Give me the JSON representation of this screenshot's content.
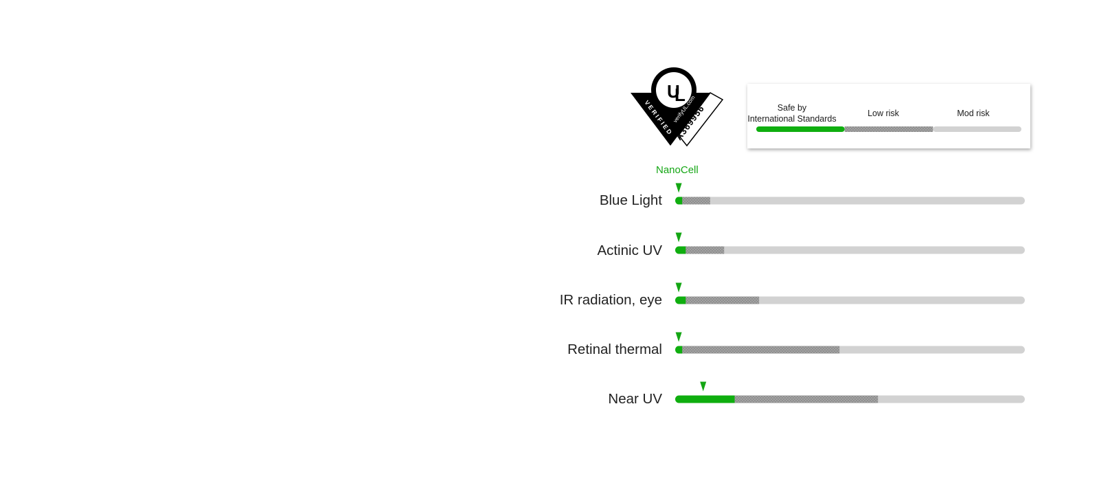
{
  "logo": {
    "mark": "UL",
    "verified_text": "VERIFIED",
    "site_text": "verifyUL.com",
    "code_text": "A369956"
  },
  "legend": {
    "items": [
      {
        "line1": "Safe by",
        "line2": "International Standards"
      },
      {
        "line1": "Low risk",
        "line2": ""
      },
      {
        "line1": "Mod risk",
        "line2": ""
      }
    ],
    "bands": [
      {
        "name": "safe",
        "from": 0,
        "to": 1,
        "color": "#0fae0f"
      },
      {
        "name": "low",
        "from": 1,
        "to": 2,
        "color": "#a3a3a3",
        "pattern": true
      },
      {
        "name": "mod",
        "from": 2,
        "to": 3,
        "color": "#d2d2d2"
      }
    ]
  },
  "marker_label": "NanoCell",
  "colors": {
    "safe": "#0fae0f",
    "low": "#a3a3a3",
    "track": "#d2d2d2",
    "marker": "#14a614",
    "text": "#222222"
  },
  "chart_data": {
    "type": "bar",
    "orientation": "horizontal",
    "range": [
      0,
      100
    ],
    "categories": [
      "Blue Light",
      "Actinic UV",
      "IR radiation, eye",
      "Retinal thermal",
      "Near UV"
    ],
    "series": [
      {
        "name": "Safe by International Standards",
        "values": [
          2,
          3,
          3,
          2,
          17
        ]
      },
      {
        "name": "Low risk",
        "values": [
          8,
          11,
          21,
          45,
          41
        ]
      }
    ],
    "marker": {
      "name": "NanoCell",
      "values": [
        1,
        1,
        1,
        1,
        8
      ]
    }
  }
}
